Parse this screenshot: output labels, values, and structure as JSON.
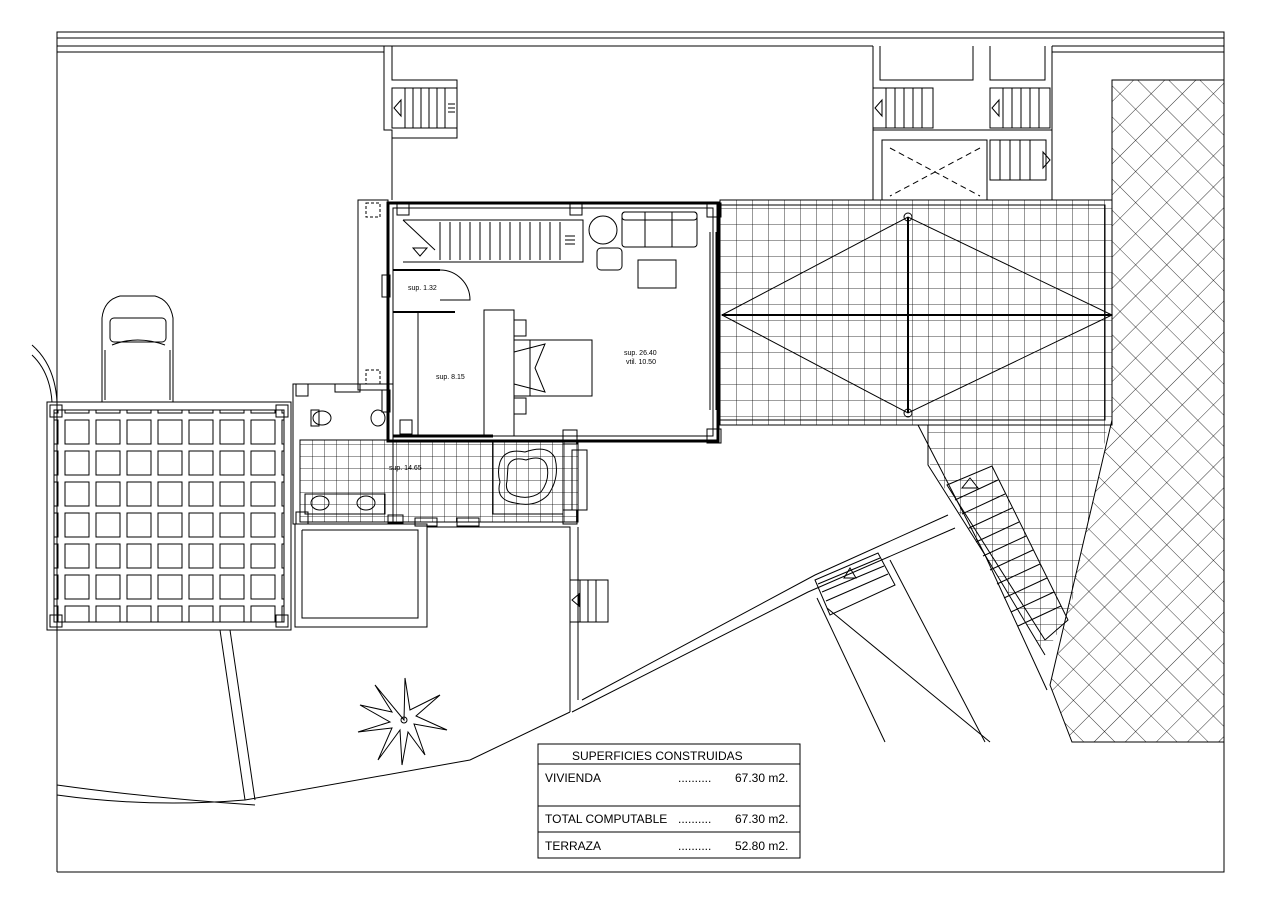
{
  "plan": {
    "rooms": [
      {
        "id": "storage",
        "label": "sup. 1.32"
      },
      {
        "id": "dressing",
        "label": "sup. 8.15"
      },
      {
        "id": "bedroom",
        "label_line1": "sup. 26.40",
        "label_line2": "vtil. 10.50"
      },
      {
        "id": "bathroom",
        "label": "sup. 14.65"
      }
    ]
  },
  "table": {
    "title": "SUPERFICIES CONSTRUIDAS",
    "rows": [
      {
        "label": "VIVIENDA",
        "dots": "..........",
        "value": "67.30 m2."
      },
      {
        "label": "TOTAL COMPUTABLE",
        "dots": "..........",
        "value": "67.30 m2."
      },
      {
        "label": "TERRAZA",
        "dots": "..........",
        "value": "52.80 m2."
      }
    ]
  }
}
